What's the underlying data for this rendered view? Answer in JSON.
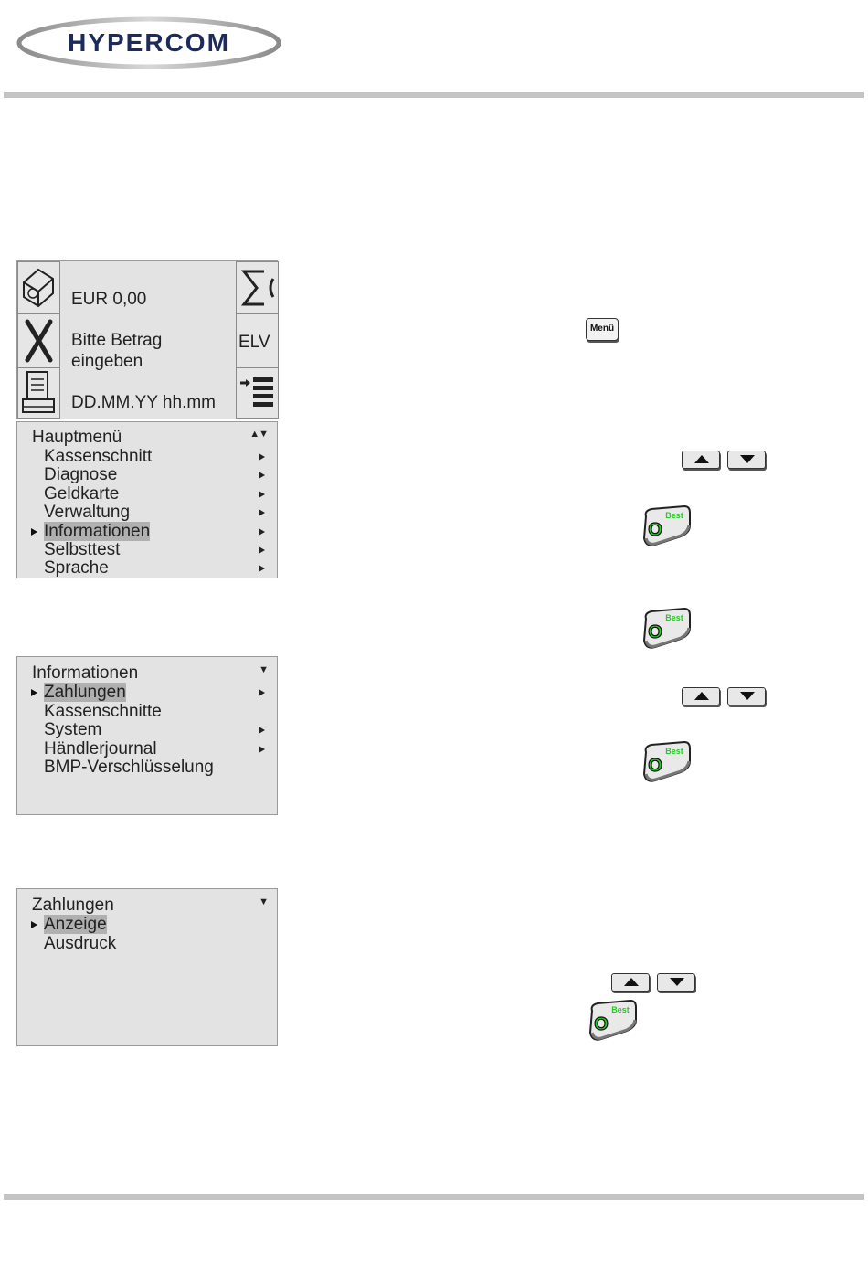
{
  "header": {
    "logo_text": "HYPERCOM"
  },
  "idle_screen": {
    "amount": "EUR 0,00",
    "prompt_line1": "Bitte Betrag",
    "prompt_line2": "eingeben",
    "datetime": "DD.MM.YY hh.mm",
    "elv_label": "ELV",
    "left_icons": [
      "terminal-icon",
      "cancel-x-icon",
      "receipt-printer-icon"
    ],
    "right_icons": [
      "sum-icon",
      "elv-label",
      "list-menu-icon"
    ]
  },
  "hauptmenu": {
    "title": "Hauptmenü",
    "scroll_indicator": "▲▼",
    "items": [
      {
        "label": "Kassenschnitt",
        "submenu": true,
        "selected": false
      },
      {
        "label": "Diagnose",
        "submenu": true,
        "selected": false
      },
      {
        "label": "Geldkarte",
        "submenu": true,
        "selected": false
      },
      {
        "label": "Verwaltung",
        "submenu": true,
        "selected": false
      },
      {
        "label": "Informationen",
        "submenu": true,
        "selected": true
      },
      {
        "label": "Selbsttest",
        "submenu": true,
        "selected": false
      },
      {
        "label": "Sprache",
        "submenu": true,
        "selected": false
      }
    ]
  },
  "informationen_menu": {
    "title": "Informationen",
    "scroll_indicator": "▼",
    "items": [
      {
        "label": "Zahlungen",
        "submenu": true,
        "selected": true
      },
      {
        "label": "Kassenschnitte",
        "submenu": false,
        "selected": false
      },
      {
        "label": "System",
        "submenu": true,
        "selected": false
      },
      {
        "label": "Händlerjournal",
        "submenu": true,
        "selected": false
      },
      {
        "label": "BMP-Verschlüsselung",
        "submenu": false,
        "selected": false
      }
    ]
  },
  "zahlungen_menu": {
    "title": "Zahlungen",
    "scroll_indicator": "▼",
    "items": [
      {
        "label": "Anzeige",
        "submenu": false,
        "selected": true
      },
      {
        "label": "Ausdruck",
        "submenu": false,
        "selected": false
      }
    ]
  },
  "keys": {
    "menu_key_label": "Menü",
    "best_key_label": "Best",
    "best_key_symbol": "O"
  },
  "colors": {
    "rule": "#c4c4c4",
    "lcd_bg": "#e3e3e3",
    "best_green": "#22cc22",
    "logo_navy": "#1d2a5c"
  }
}
